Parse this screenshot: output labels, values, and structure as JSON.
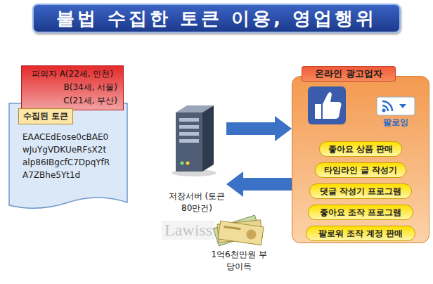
{
  "diagram": {
    "title": "불법 수집한 토큰 이용, 영업행위",
    "nodes": [
      {
        "text": [
          "피의자 A(22세, 인천)",
          "B(34세, 서울)",
          "C(21세, 부산)"
        ]
      },
      {
        "text": [
          "수집된 토큰",
          "EAACEdEose0cBAE0 wJuYgVDKUeRFsX2t alp86IBgcfC7DpqYfR A7ZBhe5Yt1d"
        ]
      },
      {
        "text": [
          "저장서버 (토큰 80만건)"
        ]
      },
      {
        "text": [
          "온라인 광고업자"
        ]
      },
      {
        "text": [
          "좋아요 상품 판매"
        ],
        "in": 3
      },
      {
        "text": [
          "타임라인 글 작성기"
        ],
        "in": 3
      },
      {
        "text": [
          "댓글 작성기 프로그램"
        ],
        "in": 3
      },
      {
        "text": [
          "좋아요 조작 프로그램"
        ],
        "in": 3
      },
      {
        "text": [
          "팔로워 조작 계정 판매"
        ],
        "in": 3
      }
    ],
    "edges": [
      {
        "from": 2,
        "to": 3,
        "arrow": "to"
      },
      {
        "from": 3,
        "to": 2,
        "arrow": "to"
      }
    ],
    "labels": [
      "팔로잉",
      "1억6천만원 부당이득",
      "Lawiss"
    ]
  }
}
